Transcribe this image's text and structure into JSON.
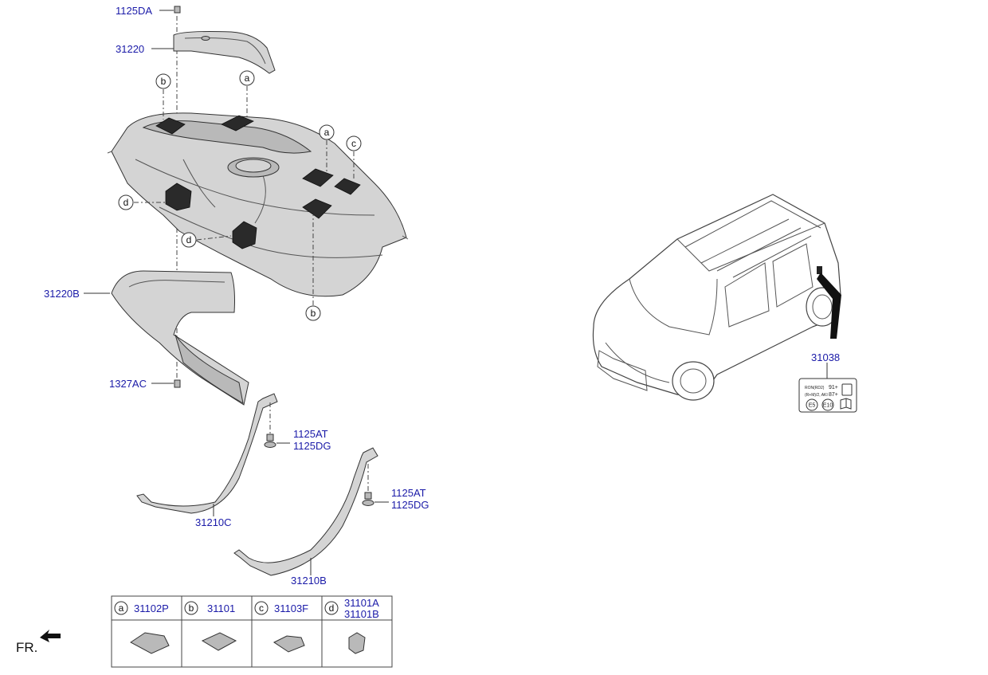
{
  "parts": {
    "p1125DA": "1125DA",
    "p31220": "31220",
    "p31220B": "31220B",
    "p1327AC": "1327AC",
    "p1125AT_1": "1125AT",
    "p1125DG_1": "1125DG",
    "p31210C": "31210C",
    "p1125AT_2": "1125AT",
    "p1125DG_2": "1125DG",
    "p31210B": "31210B",
    "p31038": "31038"
  },
  "callouts": {
    "a1": "a",
    "a2": "a",
    "b1": "b",
    "b2": "b",
    "c1": "c",
    "d1": "d",
    "d2": "d"
  },
  "legend": {
    "items": [
      {
        "letter": "a",
        "parts": [
          "31102P"
        ]
      },
      {
        "letter": "b",
        "parts": [
          "31101"
        ]
      },
      {
        "letter": "c",
        "parts": [
          "31103F"
        ]
      },
      {
        "letter": "d",
        "parts": [
          "31101A",
          "31101B"
        ]
      }
    ]
  },
  "label_31038": {
    "line1_small": "RON(RD2)",
    "line1_value": "91+",
    "line2_small": "(R+M)/2, AKI",
    "line2_value": "87+",
    "badge1": "E5",
    "badge2": "E10"
  },
  "orientation": "FR.",
  "colors": {
    "part_number": "#1a1aa8",
    "line": "#333333",
    "pad": "#2a2a2a"
  }
}
